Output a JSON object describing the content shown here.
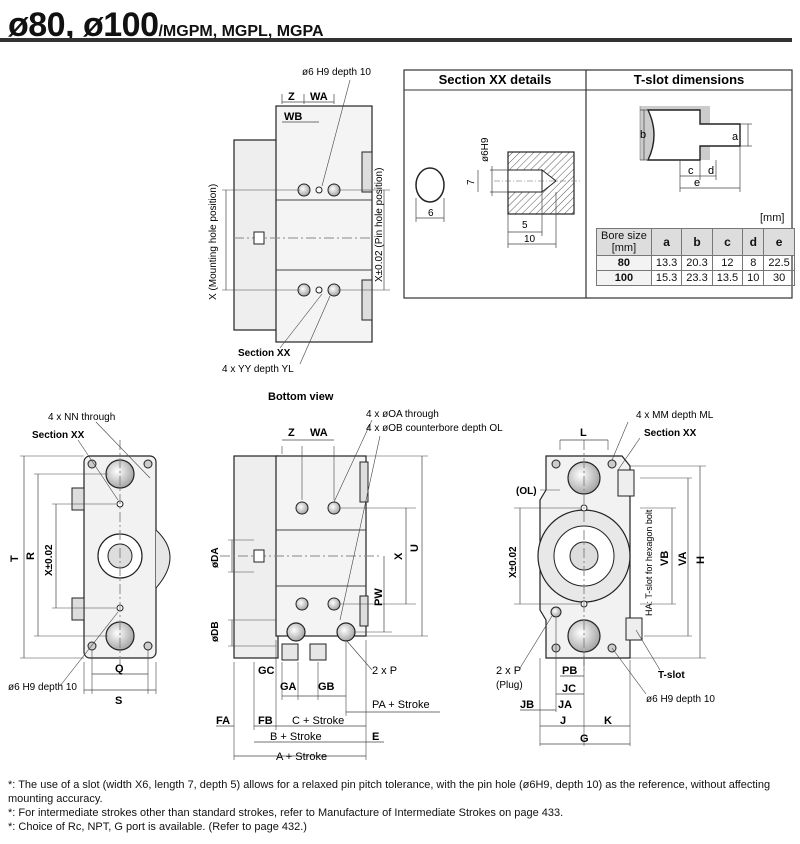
{
  "header": {
    "title_main": "ø80, ø100",
    "title_sub": "/MGPM, MGPL, MGPA"
  },
  "section_xx": {
    "title": "Section XX details",
    "dim_6h9": "ø6H9",
    "dim_7": "7",
    "dim_6": "6",
    "dim_5": "5",
    "dim_10": "10"
  },
  "tslot": {
    "title": "T-slot dimensions",
    "units": "[mm]",
    "labels": [
      "a",
      "b",
      "c",
      "d",
      "e"
    ],
    "table": {
      "header_bore_1": "Bore size",
      "header_bore_2": "[mm]",
      "columns": [
        "a",
        "b",
        "c",
        "d",
        "e"
      ],
      "rows": [
        {
          "bore": "80",
          "values": [
            "13.3",
            "20.3",
            "12",
            "8",
            "22.5"
          ]
        },
        {
          "bore": "100",
          "values": [
            "15.3",
            "23.3",
            "13.5",
            "10",
            "30"
          ]
        }
      ]
    }
  },
  "bottom_view": {
    "caption": "Bottom view",
    "lbl_depth": "ø6 H9 depth 10",
    "lbl_z": "Z",
    "lbl_wa": "WA",
    "lbl_wb": "WB",
    "lbl_x_mount": "X (Mounting hole position)",
    "lbl_x_pin": "X±0.02 (Pin hole position)",
    "lbl_section": "Section XX",
    "lbl_yy": "4 x YY depth YL"
  },
  "left_view": {
    "lbl_nn": "4 x NN through",
    "lbl_section": "Section XX",
    "lbl_t": "T",
    "lbl_r": "R",
    "lbl_x": "X±0.02",
    "lbl_q": "Q",
    "lbl_s": "S",
    "lbl_depth": "ø6 H9 depth 10"
  },
  "front_view": {
    "lbl_oa": "4 x øOA through",
    "lbl_ob": "4 x øOB counterbore depth OL",
    "lbl_z": "Z",
    "lbl_wa": "WA",
    "lbl_da": "øDA",
    "lbl_db": "øDB",
    "lbl_x": "X",
    "lbl_u": "U",
    "lbl_pw": "PW",
    "lbl_gc": "GC",
    "lbl_ga": "GA",
    "lbl_gb": "GB",
    "lbl_2p": "2 x P",
    "lbl_pa": "PA + Stroke",
    "lbl_fa": "FA",
    "lbl_fb": "FB",
    "lbl_c": "C + Stroke",
    "lbl_b": "B + Stroke",
    "lbl_e": "E",
    "lbl_a": "A + Stroke"
  },
  "right_view": {
    "lbl_mm": "4 x MM depth ML",
    "lbl_section": "Section XX",
    "lbl_l": "L",
    "lbl_ol": "(OL)",
    "lbl_x": "X±0.02",
    "lbl_vb": "VB",
    "lbl_va": "VA",
    "lbl_h": "H",
    "lbl_ha": "HA: T-slot for hexagon bolt",
    "lbl_tslot": "T-slot",
    "lbl_2p": "2 x P",
    "lbl_plug": "(Plug)",
    "lbl_pb": "PB",
    "lbl_jc": "JC",
    "lbl_jb": "JB",
    "lbl_ja": "JA",
    "lbl_j": "J",
    "lbl_k": "K",
    "lbl_g": "G",
    "lbl_depth": "ø6 H9 depth 10"
  },
  "notes": [
    "*: The use of a slot (width X6, length 7, depth 5) allows for a relaxed pin pitch tolerance, with the pin hole (ø6H9, depth 10) as the reference, without affecting mounting accuracy.",
    "*: For intermediate strokes other than standard strokes, refer to Manufacture of Intermediate Strokes on page 433.",
    "*: Choice of Rc, NPT, G port is available. (Refer to page 432.)"
  ]
}
